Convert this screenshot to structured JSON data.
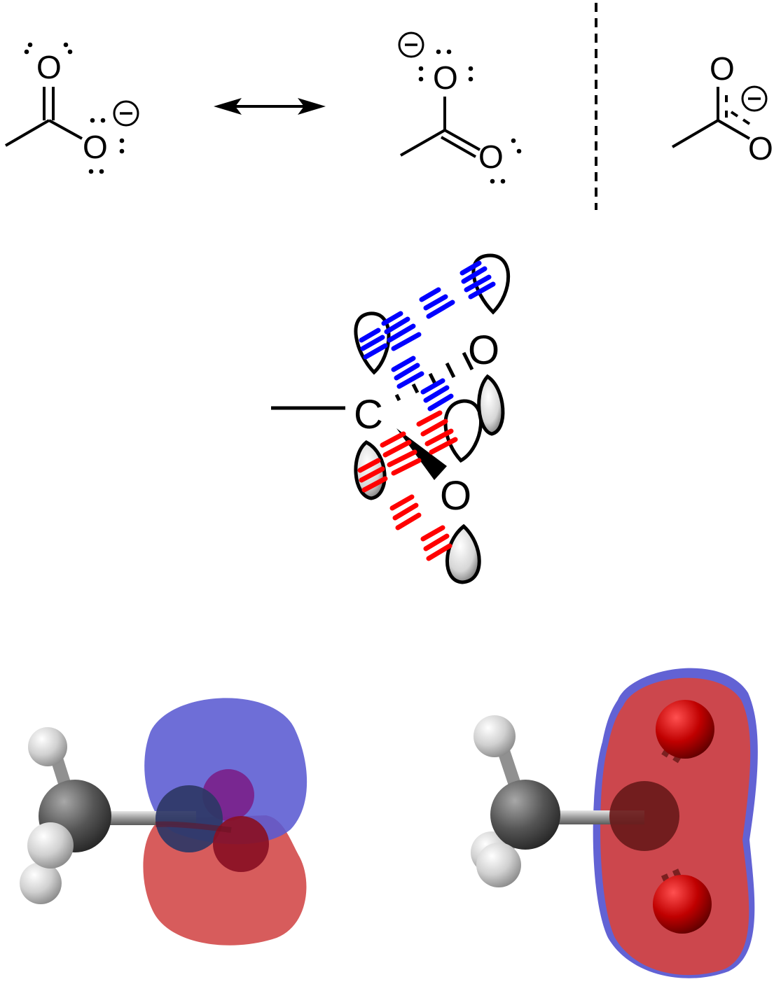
{
  "structures": {
    "resonance_left": {
      "o_top": "O",
      "o_side": "O"
    },
    "resonance_right": {
      "o_top": "O",
      "o_side": "O"
    },
    "delocalized": {
      "o_top": "O",
      "o_side": "O"
    }
  },
  "orbital_diagram": {
    "carbon": "C",
    "o_upper": "O",
    "o_lower": "O"
  },
  "colors": {
    "in_phase_lines": "#0000ff",
    "out_phase_lines": "#ff0000",
    "orbital_blue": "#5a5ad2",
    "orbital_red": "#d24646",
    "carbon_atom": "#555555",
    "hydrogen_atom": "#d8d8d8",
    "oxygen_atom": "#c00000"
  },
  "icons": {
    "charge": "minus-circle-icon",
    "resonance": "double-headed-arrow-icon"
  }
}
